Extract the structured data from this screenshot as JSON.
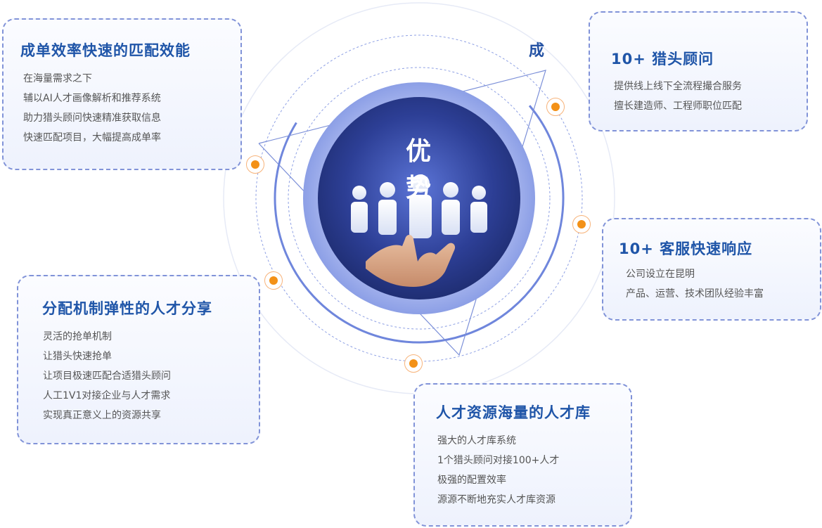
{
  "center": {
    "title": "优 势",
    "side_text": "成"
  },
  "cards": [
    {
      "title": "成单效率快速的匹配效能",
      "items": [
        "在海量需求之下",
        "辅以AI人才画像解析和推荐系统",
        "助力猎头顾问快速精准获取信息",
        "快速匹配项目，大幅提高成单率"
      ]
    },
    {
      "title": "10+ 猎头顾问",
      "items": [
        "提供线上线下全流程撮合服务",
        "擅长建造师、工程师职位匹配"
      ]
    },
    {
      "title": "10+ 客服快速响应",
      "items": [
        "公司设立在昆明",
        "产品、运营、技术团队经验丰富"
      ]
    },
    {
      "title": "分配机制弹性的人才分享",
      "items": [
        "灵活的抢单机制",
        "让猎头快速抢单",
        "让项目极速匹配合适猎头顾问",
        "人工1V1对接企业与人才需求",
        "实现真正意义上的资源共享"
      ]
    },
    {
      "title": "人才资源海量的人才库",
      "items": [
        "强大的人才库系统",
        "1个猎头顾问对接100+人才",
        "极强的配置效率",
        "源源不断地充实人才库资源"
      ]
    }
  ],
  "colors": {
    "accent": "#1f55a8",
    "ring": "#6f86dc",
    "dot": "#f39117",
    "core": "#2b3f93"
  },
  "icons": [
    "people-figure-icon",
    "hand-icon",
    "connector-dot-icon"
  ]
}
